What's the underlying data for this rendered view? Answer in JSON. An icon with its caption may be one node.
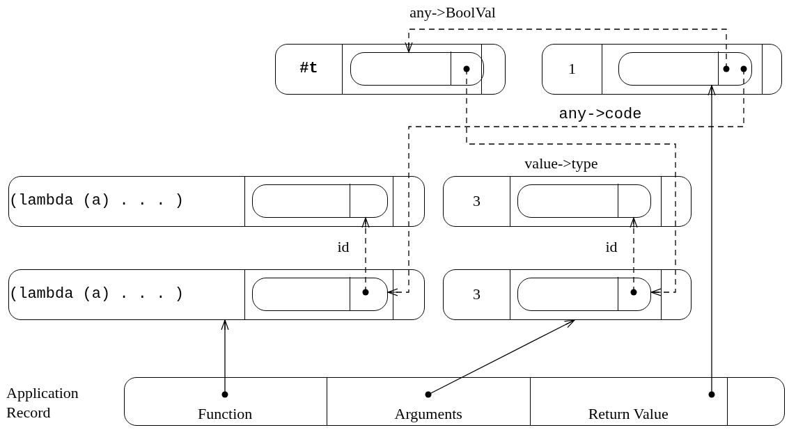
{
  "diagram": {
    "nodes": [
      {
        "text": [
          "#t"
        ]
      },
      {
        "text": [],
        "shape": "box",
        "in": 0
      },
      {
        "text": [],
        "shape": "box",
        "in": 1
      },
      {
        "text": [
          "1"
        ]
      },
      {
        "text": [],
        "shape": "box",
        "in": 3
      },
      {
        "text": [],
        "shape": "box",
        "in": 4
      },
      {
        "text": [
          "(lambda (a) . . . )"
        ]
      },
      {
        "text": [],
        "shape": "box",
        "in": 6
      },
      {
        "text": [],
        "shape": "box",
        "in": 7
      },
      {
        "text": [
          "3"
        ]
      },
      {
        "text": [],
        "shape": "box",
        "in": 9
      },
      {
        "text": [],
        "shape": "box",
        "in": 10
      },
      {
        "text": [
          "(lambda (a) . . . )"
        ]
      },
      {
        "text": [],
        "shape": "box",
        "in": 12
      },
      {
        "text": [],
        "shape": "box",
        "in": 13
      },
      {
        "text": [
          "3"
        ]
      },
      {
        "text": [],
        "shape": "box",
        "in": 15
      },
      {
        "text": [],
        "shape": "box",
        "in": 16
      },
      {
        "text": [
          "Application Record"
        ]
      },
      {
        "text": [
          "Function"
        ],
        "in": 18
      },
      {
        "text": [
          "Arguments"
        ],
        "in": 18
      },
      {
        "text": [
          "Return Value"
        ],
        "in": 18
      }
    ],
    "edges": [
      {
        "from": 5,
        "to": 1,
        "arrow": "to",
        "style": "dashed",
        "label": "any->BoolVal"
      },
      {
        "from": 5,
        "to": 13,
        "arrow": "to",
        "style": "dashed",
        "label": "any->code"
      },
      {
        "from": 2,
        "to": 16,
        "arrow": "to",
        "style": "dashed",
        "label": "value->type"
      },
      {
        "from": 14,
        "to": 8,
        "arrow": "to",
        "style": "dashed",
        "label": "id"
      },
      {
        "from": 17,
        "to": 11,
        "arrow": "to",
        "style": "dashed",
        "label": "id"
      },
      {
        "from": 19,
        "to": 12,
        "arrow": "to"
      },
      {
        "from": 20,
        "to": 15,
        "arrow": "to"
      },
      {
        "from": 21,
        "to": 4,
        "arrow": "to"
      }
    ]
  }
}
